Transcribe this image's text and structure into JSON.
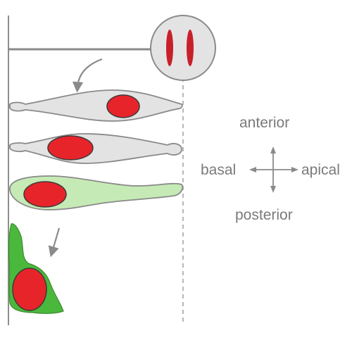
{
  "orientation": {
    "anterior": "anterior",
    "posterior": "posterior",
    "basal": "basal",
    "apical": "apical"
  },
  "colors": {
    "nucleus": "#e8242b",
    "cell_gray": "#e3e3e3",
    "cell_light_green": "#c6eab5",
    "cell_dark_green": "#4ab83c",
    "outline": "#8a8a8a",
    "label_text": "#7a7a7a"
  }
}
